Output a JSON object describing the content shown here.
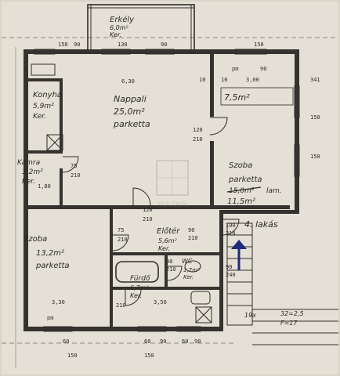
{
  "rooms": {
    "erkely": {
      "name": "Erkély",
      "area": "6,0m²",
      "floor": "Ker."
    },
    "konyha": {
      "name": "Konyha",
      "area": "5,9m²",
      "floor": "Ker."
    },
    "nappali": {
      "name": "Nappali",
      "area": "25,0m²",
      "floor": "parketta"
    },
    "kamra": {
      "name": "Kamra",
      "area": "3,2m²",
      "floor": "Ker."
    },
    "szoba_right": {
      "name": "Szoba",
      "area_struck": "15,0m²",
      "note": "lam.",
      "floor": "parketta",
      "area_corrected": "11,5m²",
      "area_top": "7,5m²"
    },
    "eloter": {
      "name": "Előtér",
      "area": "5,6m²",
      "floor": "Ker."
    },
    "szoba_left": {
      "name": "Szoba",
      "area": "13,2m²",
      "floor": "parketta"
    },
    "furdo": {
      "name": "Fürdő",
      "area": "6,7m²",
      "floor": "Ker."
    },
    "wc": {
      "name": "WC",
      "area": "1,7m²",
      "floor": "Ker."
    }
  },
  "labels": {
    "unit": "4. lakás",
    "watermark": "HOLDEN",
    "stair_count": "19x",
    "stair_formula": "32=2,5",
    "stair_formula2": "F=17"
  },
  "dimensions": {
    "d_630": "6,30",
    "d_300": "3,00",
    "d_10a": "10",
    "d_10b": "10",
    "d_150a": "150",
    "d_90a": "90",
    "d_pm_top": "pm",
    "d_130": "130",
    "d_90b": "90",
    "d_120": "120",
    "d_210a": "210",
    "d_90c": "90",
    "d_150b": "150",
    "d_150c": "150",
    "d_75": "75",
    "d_210b": "210",
    "d_180": "1,80",
    "d_120b": "120",
    "d_210c": "210",
    "d_210d": "210",
    "d_75b": "75",
    "d_210e": "210",
    "d_100": "100",
    "d_210f": "210",
    "d_330": "3,30",
    "d_350": "3,50",
    "d_60a": "60",
    "d_90d": "90",
    "d_90e": "90",
    "d_150d": "150",
    "d_60b": "60",
    "d_150e": "150",
    "d_60c": "60",
    "d_150f": "150",
    "d_pm": "pm",
    "d_341": "341",
    "d_90f": "90",
    "d_90g": "90",
    "d_240": "240",
    "d_210g": "210",
    "d_90h": "90",
    "d_210h": "210"
  }
}
